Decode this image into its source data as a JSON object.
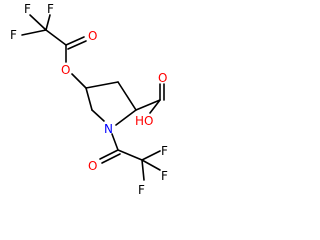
{
  "molecule": {
    "atoms": {
      "f1": "F",
      "f2": "F",
      "f3": "F",
      "o_ester_carbonyl": "O",
      "o_ester_link": "O",
      "o_acid_carbonyl": "O",
      "oh": "HO",
      "n_ring": "N",
      "o_amide": "O",
      "f4": "F",
      "f5": "F",
      "f6": "F"
    },
    "colors": {
      "oxygen": "#ff0000",
      "nitrogen": "#0000ff",
      "bond": "#000000",
      "fluorine": "#000000"
    }
  }
}
